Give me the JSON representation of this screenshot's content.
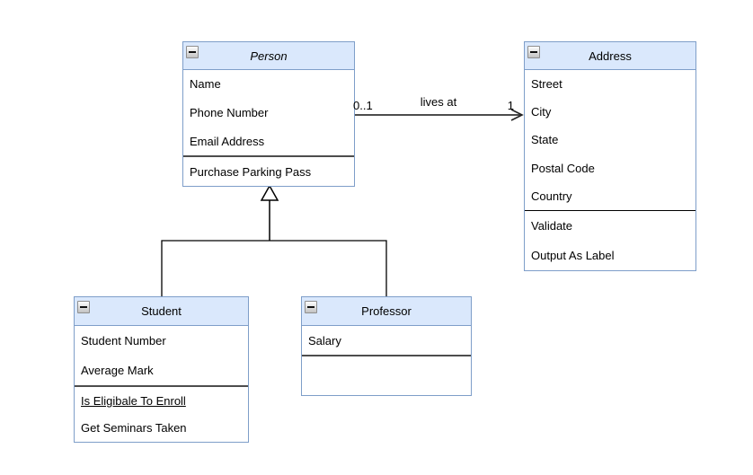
{
  "diagram": {
    "type": "uml-class-diagram",
    "colors": {
      "header_fill": "#dae8fc",
      "box_border": "#7e9ec9",
      "association_line": "#4d4d4d",
      "generalization_line": "#000000",
      "section_separator": "#4d4d4d"
    },
    "classes": [
      {
        "id": "person",
        "title": "Person",
        "abstract": true,
        "attributes": [
          "Name",
          "Phone Number",
          "Email Address"
        ],
        "methods": [
          {
            "label": "Purchase Parking Pass",
            "underline": false
          }
        ]
      },
      {
        "id": "address",
        "title": "Address",
        "abstract": false,
        "attributes": [
          "Street",
          "City",
          "State",
          "Postal Code",
          "Country"
        ],
        "methods": [
          {
            "label": "Validate",
            "underline": false
          },
          {
            "label": "Output As Label",
            "underline": false
          }
        ]
      },
      {
        "id": "student",
        "title": "Student",
        "abstract": false,
        "attributes": [
          "Student Number",
          "Average Mark"
        ],
        "methods": [
          {
            "label": "Is Eligibale To Enroll",
            "underline": true
          },
          {
            "label": "Get Seminars Taken",
            "underline": false
          }
        ]
      },
      {
        "id": "professor",
        "title": "Professor",
        "abstract": false,
        "attributes": [
          "Salary"
        ],
        "methods": []
      }
    ],
    "association": {
      "label": "lives at",
      "source": "Person",
      "target": "Address",
      "source_multiplicity": "0..1",
      "target_multiplicity": "1"
    },
    "generalization": {
      "parent": "Person",
      "children": [
        "Student",
        "Professor"
      ]
    }
  }
}
